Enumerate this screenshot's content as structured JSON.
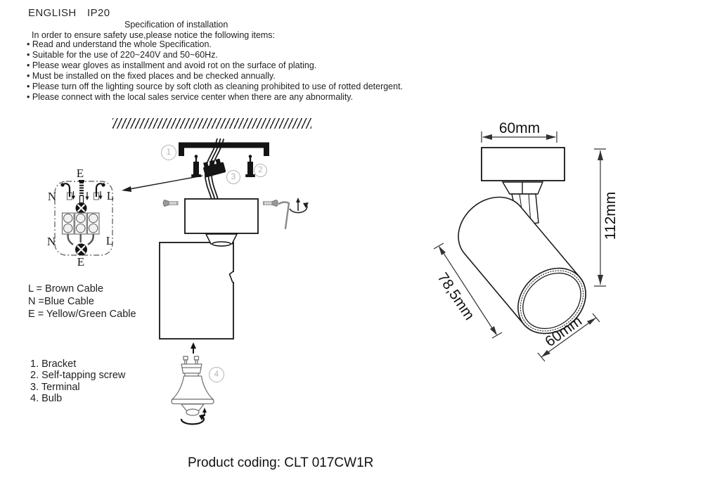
{
  "page": {
    "bg": "#ffffff",
    "ink": "#1c1c1c",
    "muted_gray": "#b3b3b3"
  },
  "header": {
    "language": "ENGLISH",
    "ip_rating": "IP20"
  },
  "spec": {
    "title": "Specification of installation",
    "intro": "In order to ensure safety use,please notice the following items:",
    "items": [
      "• Read and understand the whole Specification.",
      "• Suitable for the use of 220~240V and 50~60Hz.",
      "• Please wear gloves as installment and avoid rot on the surface of plating.",
      "• Must be installed on the fixed places and be checked annually.",
      "• Please turn off the lighting source by soft cloth as cleaning prohibited to use of rotted detergent.",
      "• Please connect with the local sales service center when there are any abnormality."
    ]
  },
  "wiring": {
    "labels": {
      "top_e": "E",
      "upper_n": "N",
      "upper_l": "L",
      "lower_n": "N",
      "lower_l": "L",
      "bottom_e": "E"
    },
    "legend": {
      "l": "L = Brown Cable",
      "n": "N =Blue Cable",
      "e": "E = Yellow/Green Cable"
    }
  },
  "parts_list": [
    "1. Bracket",
    "2. Self-tapping screw",
    "3. Terminal",
    "4. Bulb"
  ],
  "callouts": {
    "bracket": "1",
    "screw": "2",
    "terminal": "3",
    "bulb": "4"
  },
  "dimensions": {
    "canopy_width": "60mm",
    "overall_height": "112mm",
    "body_length": "78,5mm",
    "body_diameter": "60mm"
  },
  "footer": {
    "product_coding": "Product coding: CLT 017CW1R"
  }
}
